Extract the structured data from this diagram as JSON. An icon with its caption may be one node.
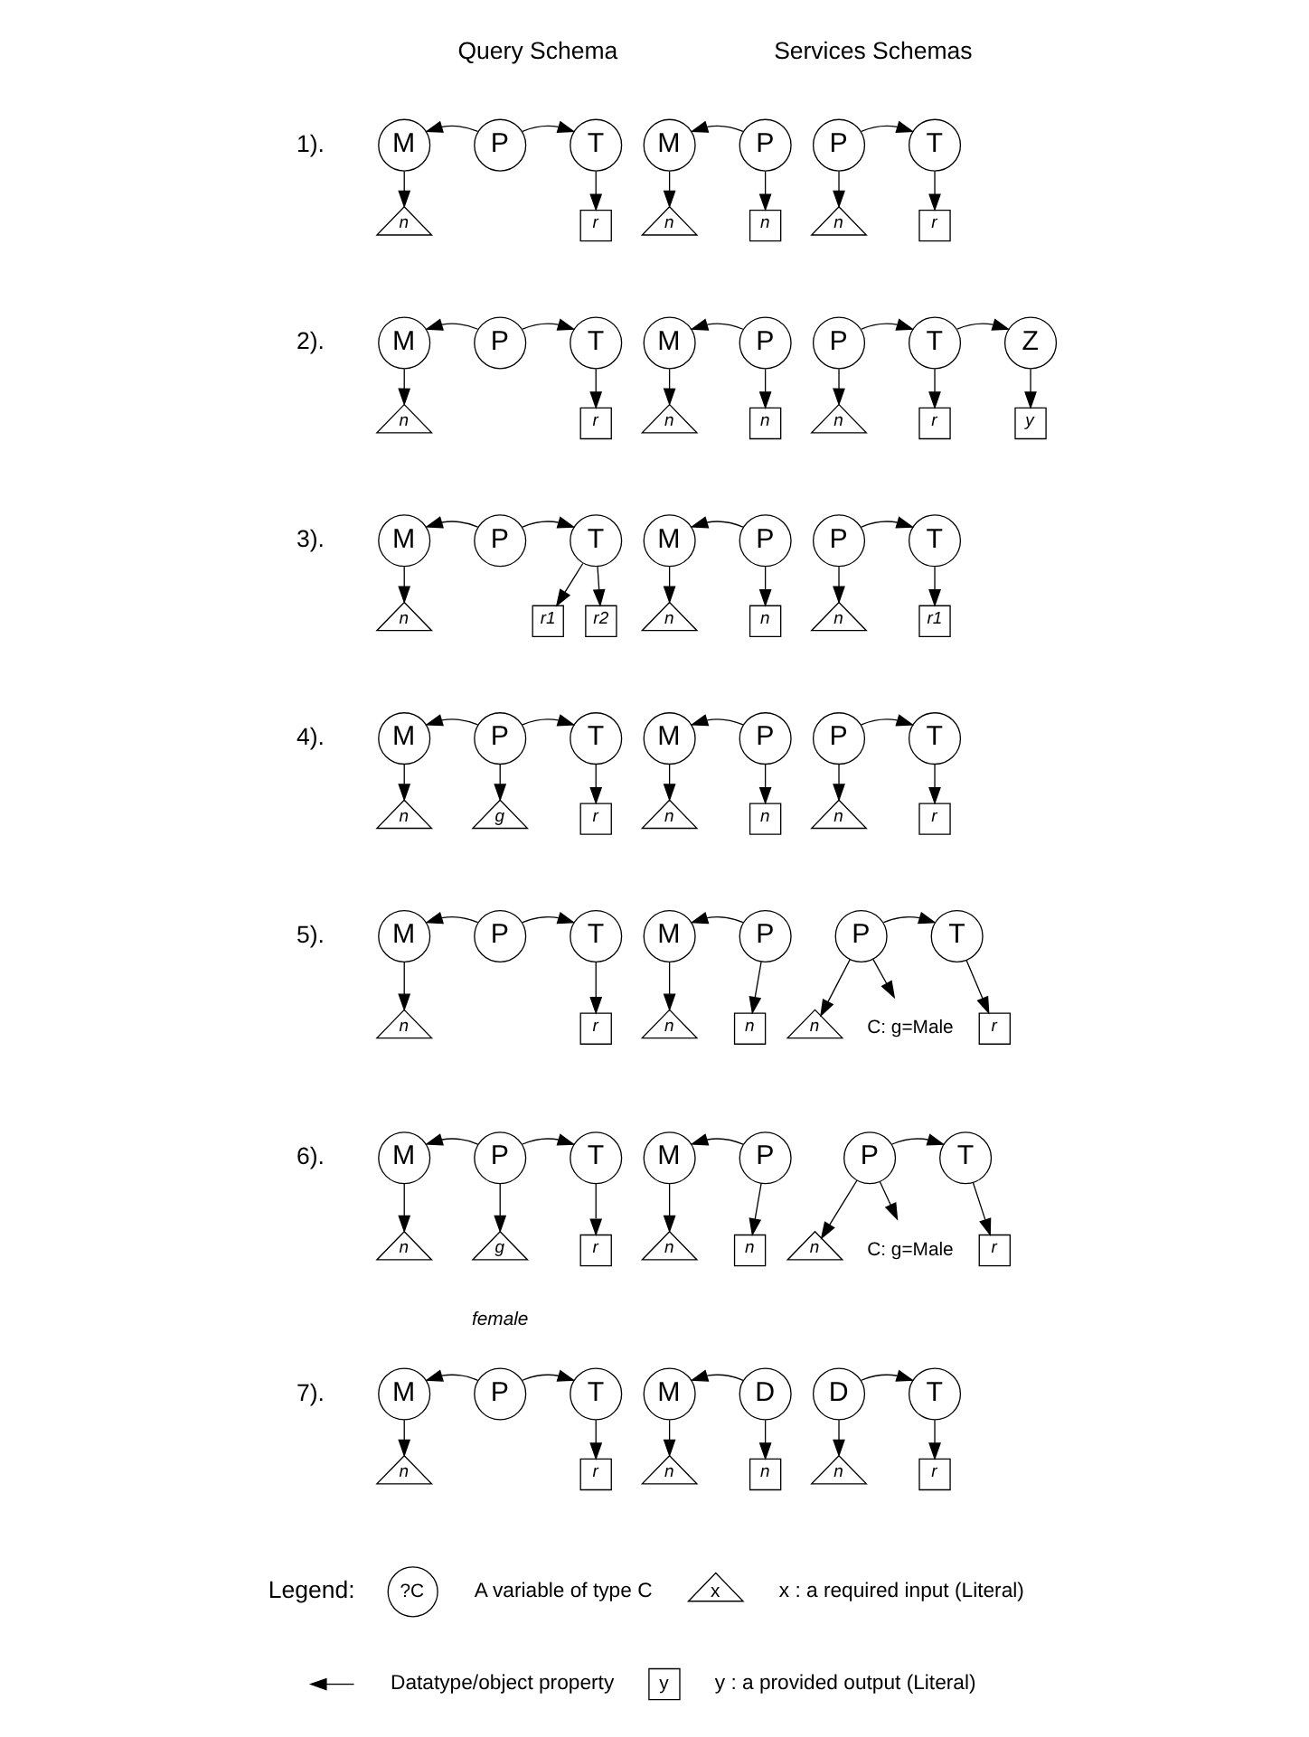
{
  "diagram": {
    "nodes": [
      {
        "text": [
          "M"
        ]
      },
      {
        "text": [
          "P"
        ]
      },
      {
        "text": [
          "T"
        ]
      },
      {
        "text": [
          "n"
        ]
      },
      {
        "text": [
          "r"
        ]
      },
      {
        "text": [
          "M"
        ]
      },
      {
        "text": [
          "P"
        ]
      },
      {
        "text": [
          "n"
        ]
      },
      {
        "text": [
          "n"
        ]
      },
      {
        "text": [
          "P"
        ]
      },
      {
        "text": [
          "T"
        ]
      },
      {
        "text": [
          "n"
        ]
      },
      {
        "text": [
          "r"
        ]
      },
      {
        "text": [
          "M"
        ]
      },
      {
        "text": [
          "P"
        ]
      },
      {
        "text": [
          "T"
        ]
      },
      {
        "text": [
          "n"
        ]
      },
      {
        "text": [
          "r"
        ]
      },
      {
        "text": [
          "M"
        ]
      },
      {
        "text": [
          "P"
        ]
      },
      {
        "text": [
          "n"
        ]
      },
      {
        "text": [
          "n"
        ]
      },
      {
        "text": [
          "P"
        ]
      },
      {
        "text": [
          "T"
        ]
      },
      {
        "text": [
          "Z"
        ]
      },
      {
        "text": [
          "n"
        ]
      },
      {
        "text": [
          "r"
        ]
      },
      {
        "text": [
          "y"
        ]
      },
      {
        "text": [
          "M"
        ]
      },
      {
        "text": [
          "P"
        ]
      },
      {
        "text": [
          "T"
        ]
      },
      {
        "text": [
          "n"
        ]
      },
      {
        "text": [
          "r1"
        ]
      },
      {
        "text": [
          "r2"
        ]
      },
      {
        "text": [
          "M"
        ]
      },
      {
        "text": [
          "P"
        ]
      },
      {
        "text": [
          "n"
        ]
      },
      {
        "text": [
          "n"
        ]
      },
      {
        "text": [
          "P"
        ]
      },
      {
        "text": [
          "T"
        ]
      },
      {
        "text": [
          "n"
        ]
      },
      {
        "text": [
          "r1"
        ]
      },
      {
        "text": [
          "M"
        ]
      },
      {
        "text": [
          "P"
        ]
      },
      {
        "text": [
          "T"
        ]
      },
      {
        "text": [
          "n"
        ]
      },
      {
        "text": [
          "g"
        ]
      },
      {
        "text": [
          "r"
        ]
      },
      {
        "text": [
          "M"
        ]
      },
      {
        "text": [
          "P"
        ]
      },
      {
        "text": [
          "n"
        ]
      },
      {
        "text": [
          "n"
        ]
      },
      {
        "text": [
          "P"
        ]
      },
      {
        "text": [
          "T"
        ]
      },
      {
        "text": [
          "n"
        ]
      },
      {
        "text": [
          "r"
        ]
      },
      {
        "text": [
          "M"
        ]
      },
      {
        "text": [
          "P"
        ]
      },
      {
        "text": [
          "T"
        ]
      },
      {
        "text": [
          "n"
        ]
      },
      {
        "text": [
          "r"
        ]
      },
      {
        "text": [
          "M"
        ]
      },
      {
        "text": [
          "P"
        ]
      },
      {
        "text": [
          "n"
        ]
      },
      {
        "text": [
          "n"
        ]
      },
      {
        "text": [
          "P"
        ]
      },
      {
        "text": [
          "T"
        ]
      },
      {
        "text": [
          "n"
        ]
      },
      {
        "text": [
          "C: g=Male"
        ]
      },
      {
        "text": [
          "r"
        ]
      },
      {
        "text": [
          "M"
        ]
      },
      {
        "text": [
          "P"
        ]
      },
      {
        "text": [
          "T"
        ]
      },
      {
        "text": [
          "n"
        ]
      },
      {
        "text": [
          "g"
        ],
        "beside": [
          "female"
        ]
      },
      {
        "text": [
          "r"
        ]
      },
      {
        "text": [
          "M"
        ]
      },
      {
        "text": [
          "P"
        ]
      },
      {
        "text": [
          "n"
        ]
      },
      {
        "text": [
          "n"
        ]
      },
      {
        "text": [
          "P"
        ]
      },
      {
        "text": [
          "T"
        ]
      },
      {
        "text": [
          "n"
        ]
      },
      {
        "text": [
          "C: g=Male"
        ]
      },
      {
        "text": [
          "r"
        ]
      },
      {
        "text": [
          "M"
        ]
      },
      {
        "text": [
          "P"
        ]
      },
      {
        "text": [
          "T"
        ]
      },
      {
        "text": [
          "n"
        ]
      },
      {
        "text": [
          "r"
        ]
      },
      {
        "text": [
          "M"
        ]
      },
      {
        "text": [
          "D"
        ]
      },
      {
        "text": [
          "n"
        ]
      },
      {
        "text": [
          "n"
        ]
      },
      {
        "text": [
          "D"
        ]
      },
      {
        "text": [
          "T"
        ]
      },
      {
        "text": [
          "n"
        ]
      },
      {
        "text": [
          "r"
        ]
      },
      {
        "text": [
          "?C"
        ]
      },
      {
        "text": [
          "x"
        ]
      },
      {
        "text": [
          "y"
        ]
      }
    ],
    "edges": [
      {
        "from": 1,
        "to": 0,
        "arrow": "to"
      },
      {
        "from": 1,
        "to": 2,
        "arrow": "to"
      },
      {
        "from": 0,
        "to": 3,
        "arrow": "to"
      },
      {
        "from": 2,
        "to": 4,
        "arrow": "to"
      },
      {
        "from": 6,
        "to": 5,
        "arrow": "to"
      },
      {
        "from": 5,
        "to": 7,
        "arrow": "to"
      },
      {
        "from": 6,
        "to": 8,
        "arrow": "to"
      },
      {
        "from": 9,
        "to": 10,
        "arrow": "to"
      },
      {
        "from": 9,
        "to": 11,
        "arrow": "to"
      },
      {
        "from": 10,
        "to": 12,
        "arrow": "to"
      },
      {
        "from": 14,
        "to": 13,
        "arrow": "to"
      },
      {
        "from": 14,
        "to": 15,
        "arrow": "to"
      },
      {
        "from": 13,
        "to": 16,
        "arrow": "to"
      },
      {
        "from": 15,
        "to": 17,
        "arrow": "to"
      },
      {
        "from": 19,
        "to": 18,
        "arrow": "to"
      },
      {
        "from": 18,
        "to": 20,
        "arrow": "to"
      },
      {
        "from": 19,
        "to": 21,
        "arrow": "to"
      },
      {
        "from": 22,
        "to": 23,
        "arrow": "to"
      },
      {
        "from": 23,
        "to": 24,
        "arrow": "to"
      },
      {
        "from": 22,
        "to": 25,
        "arrow": "to"
      },
      {
        "from": 23,
        "to": 26,
        "arrow": "to"
      },
      {
        "from": 24,
        "to": 27,
        "arrow": "to"
      },
      {
        "from": 29,
        "to": 28,
        "arrow": "to"
      },
      {
        "from": 29,
        "to": 30,
        "arrow": "to"
      },
      {
        "from": 28,
        "to": 31,
        "arrow": "to"
      },
      {
        "from": 30,
        "to": 32,
        "arrow": "to"
      },
      {
        "from": 30,
        "to": 33,
        "arrow": "to"
      },
      {
        "from": 35,
        "to": 34,
        "arrow": "to"
      },
      {
        "from": 34,
        "to": 36,
        "arrow": "to"
      },
      {
        "from": 35,
        "to": 37,
        "arrow": "to"
      },
      {
        "from": 38,
        "to": 39,
        "arrow": "to"
      },
      {
        "from": 38,
        "to": 40,
        "arrow": "to"
      },
      {
        "from": 39,
        "to": 41,
        "arrow": "to"
      },
      {
        "from": 43,
        "to": 42,
        "arrow": "to"
      },
      {
        "from": 43,
        "to": 44,
        "arrow": "to"
      },
      {
        "from": 42,
        "to": 45,
        "arrow": "to"
      },
      {
        "from": 43,
        "to": 46,
        "arrow": "to"
      },
      {
        "from": 44,
        "to": 47,
        "arrow": "to"
      },
      {
        "from": 49,
        "to": 48,
        "arrow": "to"
      },
      {
        "from": 48,
        "to": 50,
        "arrow": "to"
      },
      {
        "from": 49,
        "to": 51,
        "arrow": "to"
      },
      {
        "from": 52,
        "to": 53,
        "arrow": "to"
      },
      {
        "from": 52,
        "to": 54,
        "arrow": "to"
      },
      {
        "from": 53,
        "to": 55,
        "arrow": "to"
      },
      {
        "from": 57,
        "to": 56,
        "arrow": "to"
      },
      {
        "from": 57,
        "to": 58,
        "arrow": "to"
      },
      {
        "from": 56,
        "to": 59,
        "arrow": "to"
      },
      {
        "from": 58,
        "to": 60,
        "arrow": "to"
      },
      {
        "from": 62,
        "to": 61,
        "arrow": "to"
      },
      {
        "from": 61,
        "to": 63,
        "arrow": "to"
      },
      {
        "from": 62,
        "to": 64,
        "arrow": "to"
      },
      {
        "from": 65,
        "to": 66,
        "arrow": "to"
      },
      {
        "from": 65,
        "to": 67,
        "arrow": "to"
      },
      {
        "from": 65,
        "to": 68,
        "arrow": "to"
      },
      {
        "from": 66,
        "to": 69,
        "arrow": "to"
      },
      {
        "from": 71,
        "to": 70,
        "arrow": "to"
      },
      {
        "from": 71,
        "to": 72,
        "arrow": "to"
      },
      {
        "from": 70,
        "to": 73,
        "arrow": "to"
      },
      {
        "from": 71,
        "to": 74,
        "arrow": "to"
      },
      {
        "from": 72,
        "to": 75,
        "arrow": "to"
      },
      {
        "from": 77,
        "to": 76,
        "arrow": "to"
      },
      {
        "from": 76,
        "to": 78,
        "arrow": "to"
      },
      {
        "from": 77,
        "to": 79,
        "arrow": "to"
      },
      {
        "from": 80,
        "to": 81,
        "arrow": "to"
      },
      {
        "from": 80,
        "to": 82,
        "arrow": "to"
      },
      {
        "from": 80,
        "to": 83,
        "arrow": "to"
      },
      {
        "from": 81,
        "to": 84,
        "arrow": "to"
      },
      {
        "from": 86,
        "to": 85,
        "arrow": "to"
      },
      {
        "from": 86,
        "to": 87,
        "arrow": "to"
      },
      {
        "from": 85,
        "to": 88,
        "arrow": "to"
      },
      {
        "from": 87,
        "to": 89,
        "arrow": "to"
      },
      {
        "from": 91,
        "to": 90,
        "arrow": "to"
      },
      {
        "from": 90,
        "to": 92,
        "arrow": "to"
      },
      {
        "from": 91,
        "to": 93,
        "arrow": "to"
      },
      {
        "from": 94,
        "to": 95,
        "arrow": "to"
      },
      {
        "from": 94,
        "to": 96,
        "arrow": "to"
      },
      {
        "from": 95,
        "to": 97,
        "arrow": "to"
      }
    ],
    "labels": [
      "Query Schema",
      "Services Schemas",
      "1).",
      "2).",
      "3).",
      "4).",
      "5).",
      "6).",
      "7).",
      "Legend:"
    ],
    "legend": [
      {
        "text": "A variable of type C"
      },
      {
        "text": "Datatype/object property"
      },
      {
        "text": "x : a required input (Literal)"
      },
      {
        "text": "y : a provided output (Literal)"
      }
    ]
  }
}
